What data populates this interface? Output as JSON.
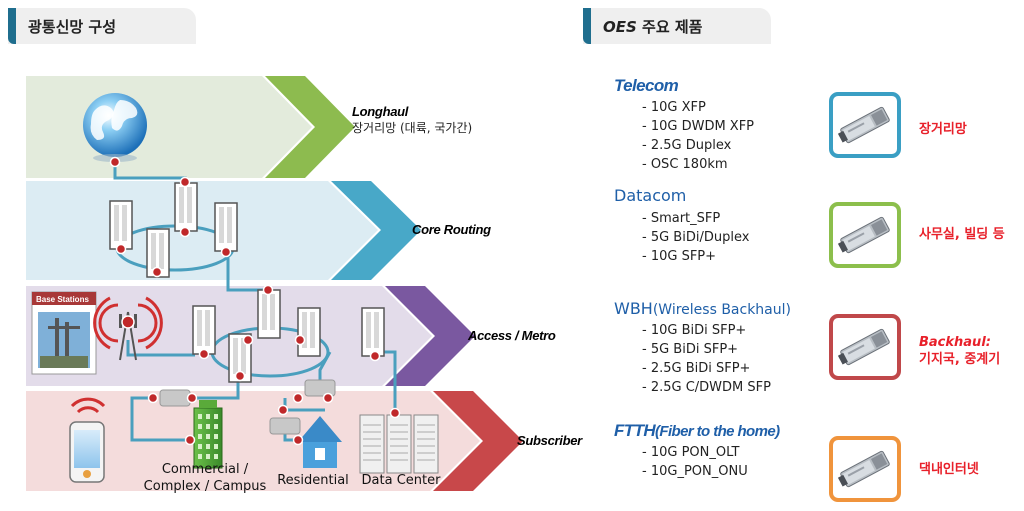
{
  "left_header": {
    "title": "광통신망 구성"
  },
  "right_header": {
    "title_brand": "OES",
    "title_rest": " 주요 제품"
  },
  "bands": [
    {
      "label": "Longhaul",
      "sub": "장거리망 (대륙, 국가간)",
      "fill": "#e3ebdc",
      "arrow": "#8dbb4f"
    },
    {
      "label": "Core Routing",
      "fill": "#dcecf3",
      "arrow": "#48a8c8"
    },
    {
      "label": "Access / Metro",
      "fill": "#e3dcea",
      "arrow": "#7a58a0"
    },
    {
      "label": "Subscriber",
      "fill": "#f4dcdc",
      "arrow": "#c8484a"
    }
  ],
  "base_stations": "Base Stations",
  "bottom_labels": {
    "commercial": "Commercial /",
    "campus": "Complex /  Campus",
    "residential": "Residential",
    "datacenter": "Data Center"
  },
  "categories": [
    {
      "name": "Telecom",
      "items": [
        "10G XFP",
        "10G DWDM XFP",
        "2.5G Duplex",
        "OSC 180km"
      ],
      "tag": "장거리망",
      "tag2": "",
      "color": "#3a9fc4"
    },
    {
      "name": "Datacom",
      "items": [
        "Smart_SFP",
        "5G BiDi/Duplex",
        "10G SFP+"
      ],
      "tag": "사무실, 빌딩 등",
      "tag2": "",
      "color": "#8cbf4c"
    },
    {
      "name": "WBH",
      "name_paren": "(Wireless Backhaul)",
      "items": [
        "10G BiDi SFP+",
        "5G BiDi SFP+",
        "2.5G BiDi SFP+",
        "2.5G C/DWDM SFP"
      ],
      "tag": "Backhaul:",
      "tag2": "기지국, 중계기",
      "color": "#c0484a"
    },
    {
      "name": "FTTH",
      "name_paren": "(Fiber to the home)",
      "items": [
        "10G PON_OLT",
        "10G_PON_ONU"
      ],
      "tag": "댁내인터넷",
      "tag2": "",
      "color": "#f0943c"
    }
  ],
  "colors": {
    "accent": "#1f6e8e",
    "link": "#4a9fbe",
    "node": "#c0282a",
    "category_text": "#1f5fa8",
    "tag_red": "#e8202a"
  },
  "icons": [
    "globe-icon",
    "router-icon",
    "cell-tower-icon",
    "smartphone-icon",
    "building-icon",
    "house-icon",
    "server-icon",
    "sfp-module-icon"
  ]
}
